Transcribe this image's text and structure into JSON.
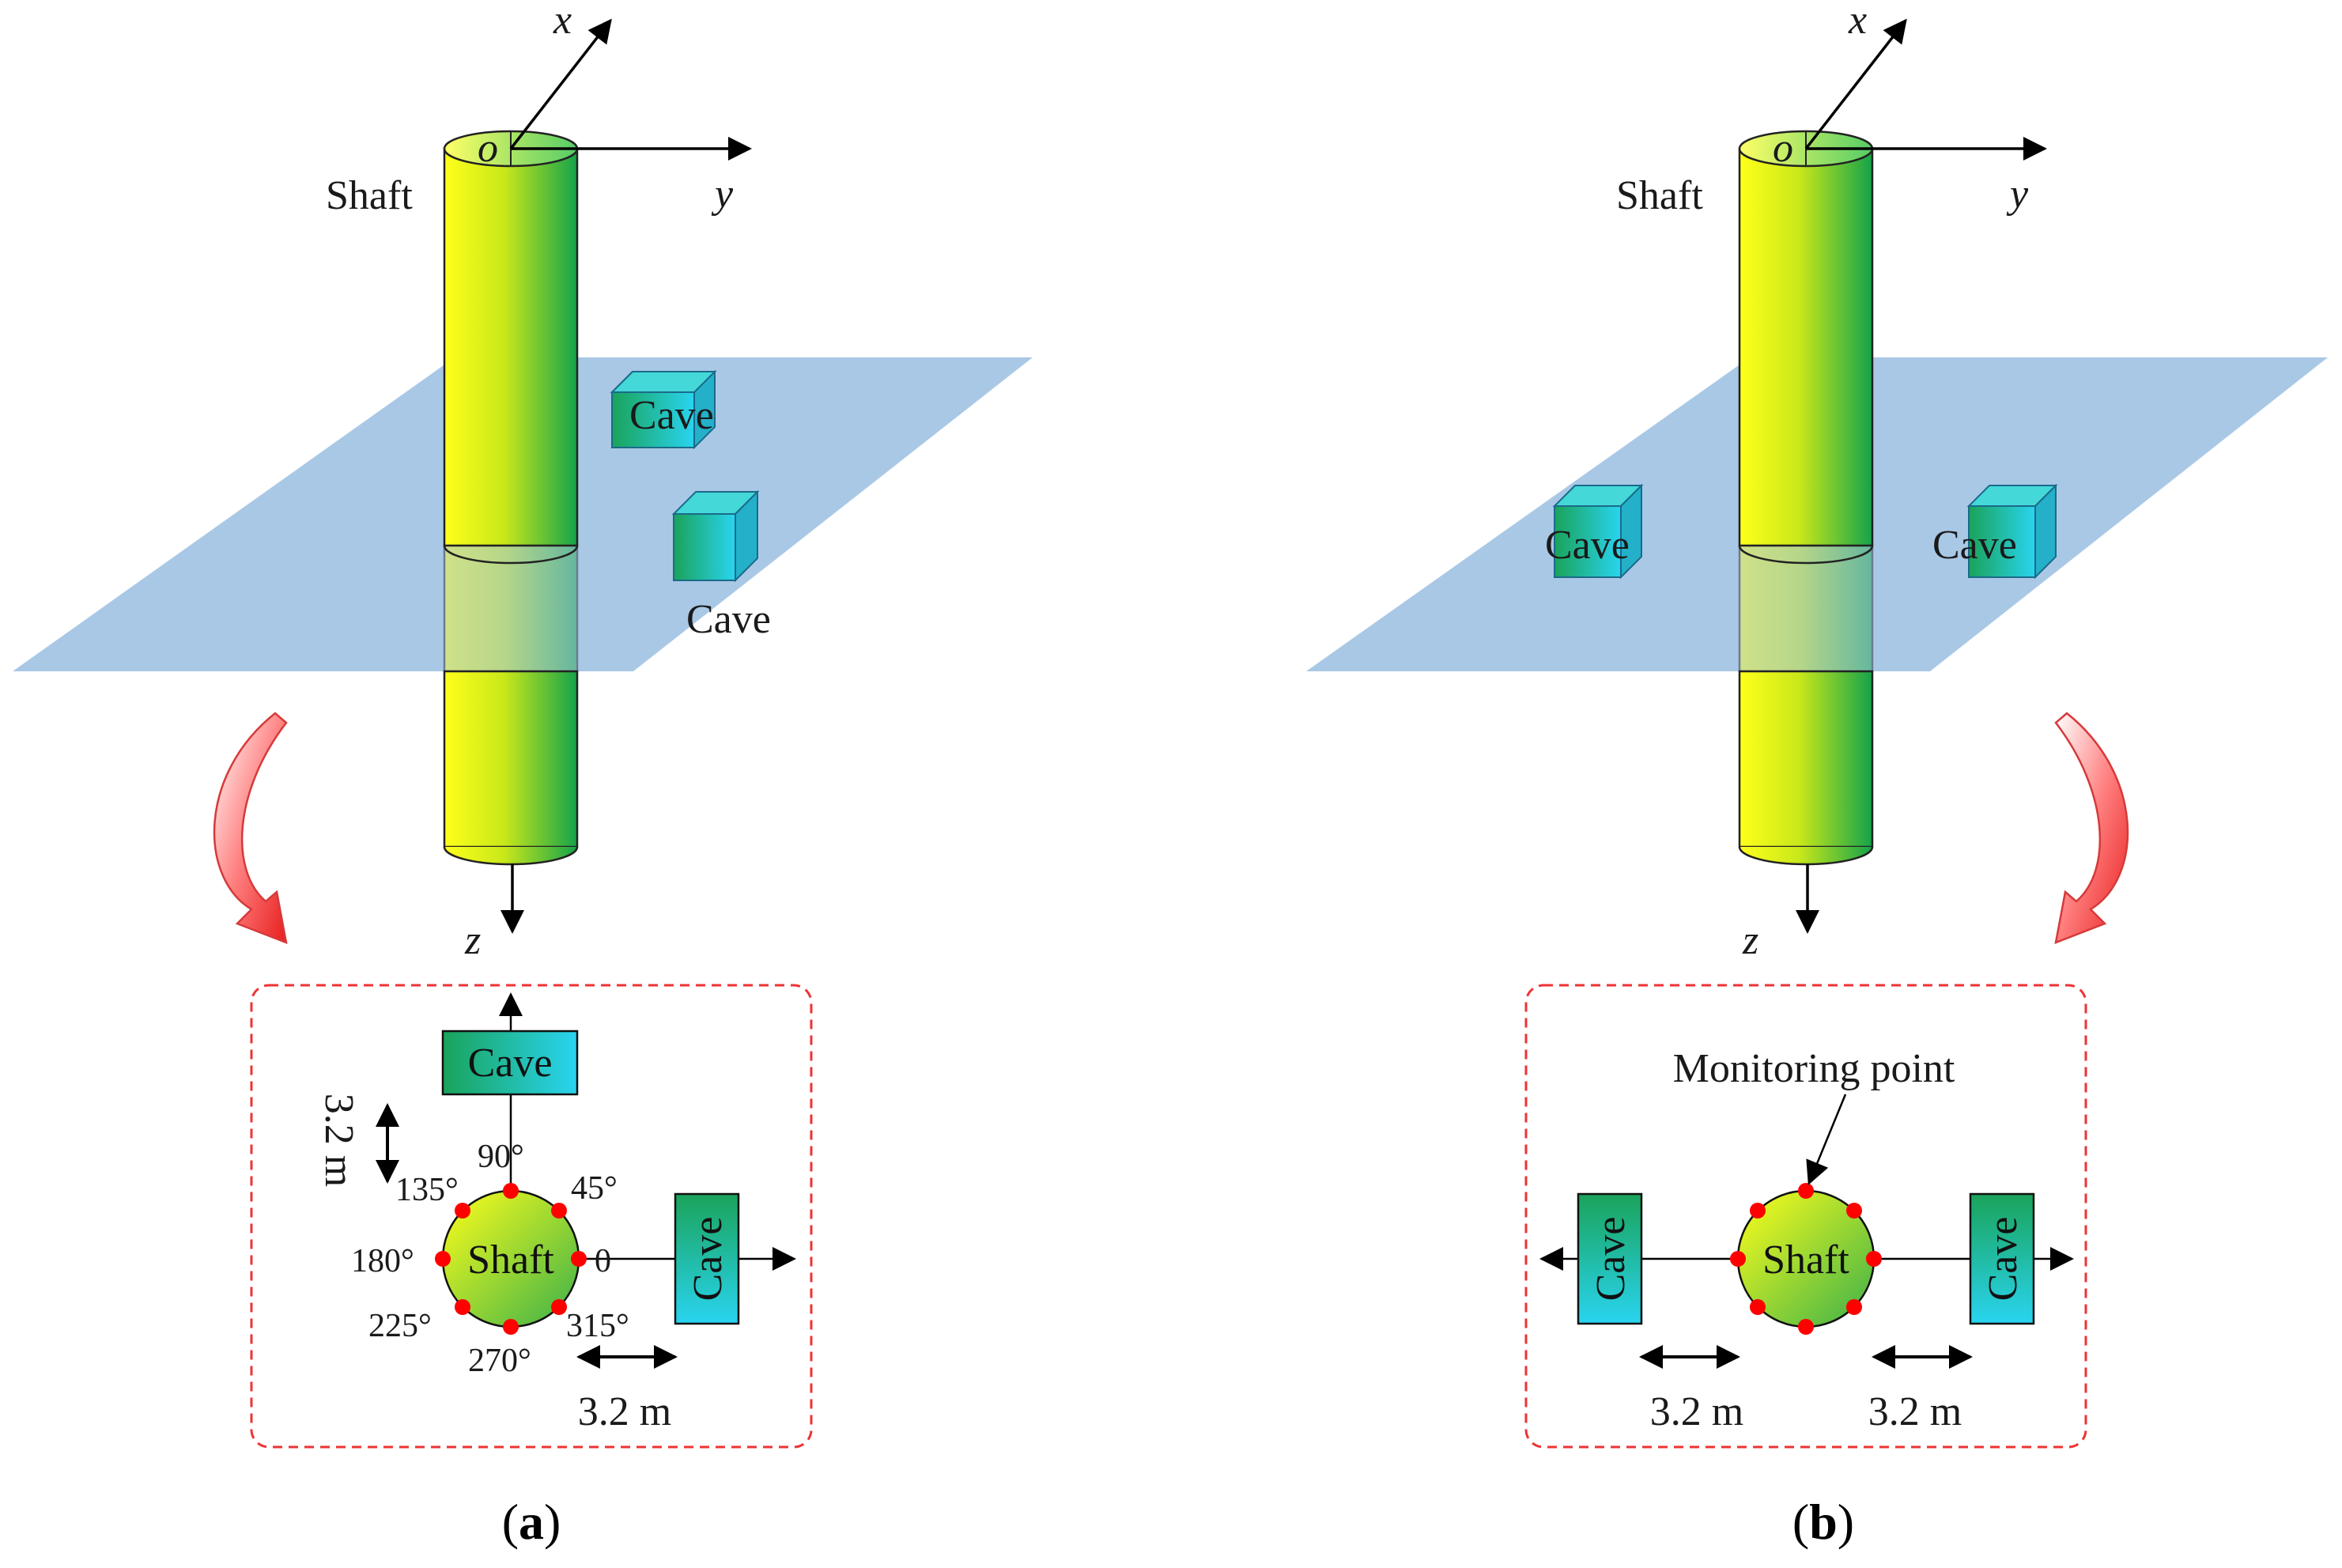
{
  "panel_a": {
    "shaft_label": "Shaft",
    "axis_x": "x",
    "axis_y": "y",
    "axis_z": "z",
    "origin": "o",
    "cave_label_1": "Cave",
    "cave_label_2": "Cave",
    "inset": {
      "cave_top": "Cave",
      "cave_right": "Cave",
      "shaft": "Shaft",
      "distance_vertical": "3.2 m",
      "distance_horizontal": "3.2 m",
      "angles": [
        "0",
        "45°",
        "90°",
        "135°",
        "180°",
        "225°",
        "270°",
        "315°"
      ]
    },
    "caption_open": "(",
    "caption_letter": "a",
    "caption_close": ")"
  },
  "panel_b": {
    "shaft_label": "Shaft",
    "axis_x": "x",
    "axis_y": "y",
    "axis_z": "z",
    "origin": "o",
    "cave_label_1": "Cave",
    "cave_label_2": "Cave",
    "inset": {
      "monitoring_point": "Monitoring point",
      "cave_left": "Cave",
      "cave_right": "Cave",
      "shaft": "Shaft",
      "distance_left": "3.2 m",
      "distance_right": "3.2 m"
    },
    "caption_open": "(",
    "caption_letter": "b",
    "caption_close": ")"
  },
  "colors": {
    "plane": "#a9c8e6",
    "shaft_yellow": "#ffff1a",
    "shaft_green": "#14a34a",
    "cave_green": "#1aa35a",
    "cave_cyan": "#29d4f0",
    "marker_red": "#ff0000",
    "inset_border": "#ee3333",
    "arrow_red": "#e81e1e"
  }
}
